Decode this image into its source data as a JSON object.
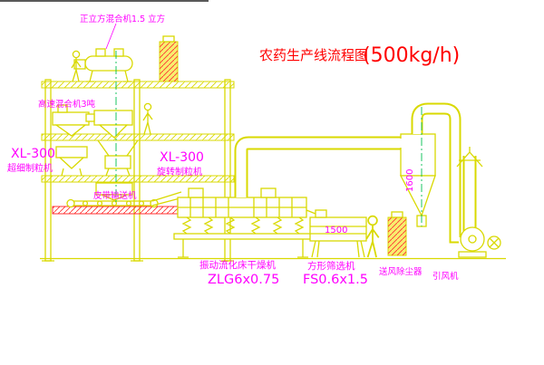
{
  "title": {
    "main": "农药生产线流程图",
    "capacity": "(500kg/h)"
  },
  "equipment_labels": {
    "cube_mixer": "正立方混合机1.5 立方",
    "high_speed_mixer": "高速混合机3吨",
    "granulator_left": {
      "model": "XL-300",
      "name": "超细制粒机"
    },
    "granulator_center": {
      "model": "XL-300",
      "name": "旋转制粒机"
    },
    "belt_conveyor": "皮带输送机",
    "fluid_bed_dryer": {
      "name": "振动流化床干燥机",
      "model": "ZLG6x0.75"
    },
    "square_sieve": {
      "name": "方形筛选机",
      "model": "FS0.6x1.5"
    },
    "dust_collector": "送风除尘器",
    "induced_fan": "引风机"
  },
  "dimensions": {
    "cyclone_height": "1600",
    "sieve_width": "1500"
  },
  "colors": {
    "line": "#d9d900",
    "label": "#ff00ff",
    "title": "#ff0000",
    "hatch_red": "#ff3333",
    "centerline": "#00c050",
    "background": "#ffffff"
  }
}
